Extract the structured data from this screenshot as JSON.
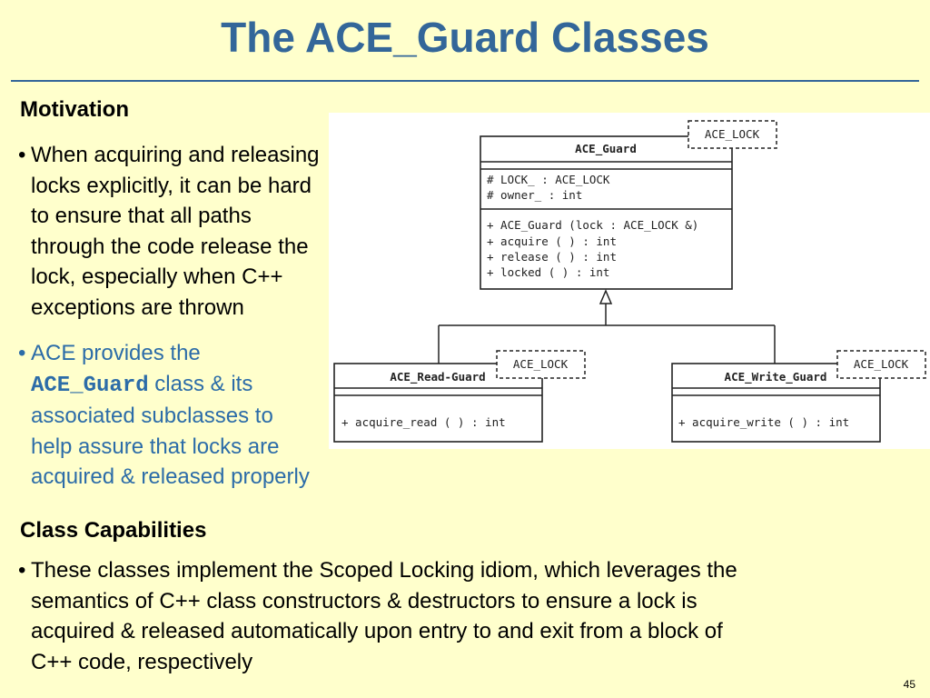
{
  "slide": {
    "title": "The ACE_Guard Classes",
    "page_number": "45"
  },
  "motivation": {
    "heading": "Motivation",
    "bullet1": [
      "When acquiring and releasing",
      "locks explicitly, it can be hard",
      "to ensure that all paths",
      "through the code release the",
      "lock, especially when C++",
      "exceptions are thrown"
    ],
    "bullet2": {
      "line1": "ACE provides the",
      "code": "ACE_Guard",
      "line2_rest": " class & its",
      "line3": "associated subclasses to",
      "line4": "help assure that locks are",
      "line5": "acquired & released properly"
    }
  },
  "capabilities": {
    "heading": "Class Capabilities",
    "bullet": [
      "These classes implement the Scoped Locking idiom, which leverages the",
      "semantics of C++ class constructors & destructors to ensure a lock is",
      "acquired & released automatically upon entry to and exit from a block of",
      "C++ code, respectively"
    ]
  },
  "uml": {
    "guard": {
      "template_param": "ACE_LOCK",
      "name": "ACE_Guard",
      "attributes": [
        "# LOCK_ : ACE_LOCK",
        "# owner_ : int"
      ],
      "operations": [
        "+ ACE_Guard (lock : ACE_LOCK &)",
        "+ acquire ( ) : int",
        "+ release ( ) : int",
        "+ locked ( ) : int"
      ]
    },
    "read_guard": {
      "template_param": "ACE_LOCK",
      "name": "ACE_Read-Guard",
      "operations": [
        "+ acquire_read ( ) : int"
      ]
    },
    "write_guard": {
      "template_param": "ACE_LOCK",
      "name": "ACE_Write_Guard",
      "operations": [
        "+ acquire_write ( ) : int"
      ]
    }
  },
  "colors": {
    "background": "#ffffcc",
    "accent": "#336699",
    "highlight_text": "#2c6ca8"
  }
}
